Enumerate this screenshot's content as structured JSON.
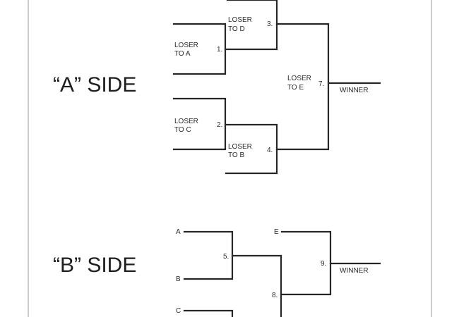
{
  "side_a": {
    "title": "“A” SIDE",
    "matches": {
      "m1": {
        "number": "1.",
        "label_line1": "LOSER",
        "label_line2": "TO A"
      },
      "m2": {
        "number": "2.",
        "label_line1": "LOSER",
        "label_line2": "TO C"
      },
      "m3": {
        "number": "3.",
        "label_line1": "LOSER",
        "label_line2": "TO D"
      },
      "m4": {
        "number": "4.",
        "label_line1": "LOSER",
        "label_line2": "TO B"
      },
      "m7": {
        "number": "7.",
        "label_line1": "LOSER",
        "label_line2": "TO E"
      }
    },
    "winner": "WINNER"
  },
  "side_b": {
    "title": "“B” SIDE",
    "teams": {
      "a": "A",
      "b": "B",
      "c": "C",
      "e": "E"
    },
    "matches": {
      "m5": "5.",
      "m8": "8.",
      "m9": "9."
    },
    "winner": "WINNER"
  }
}
